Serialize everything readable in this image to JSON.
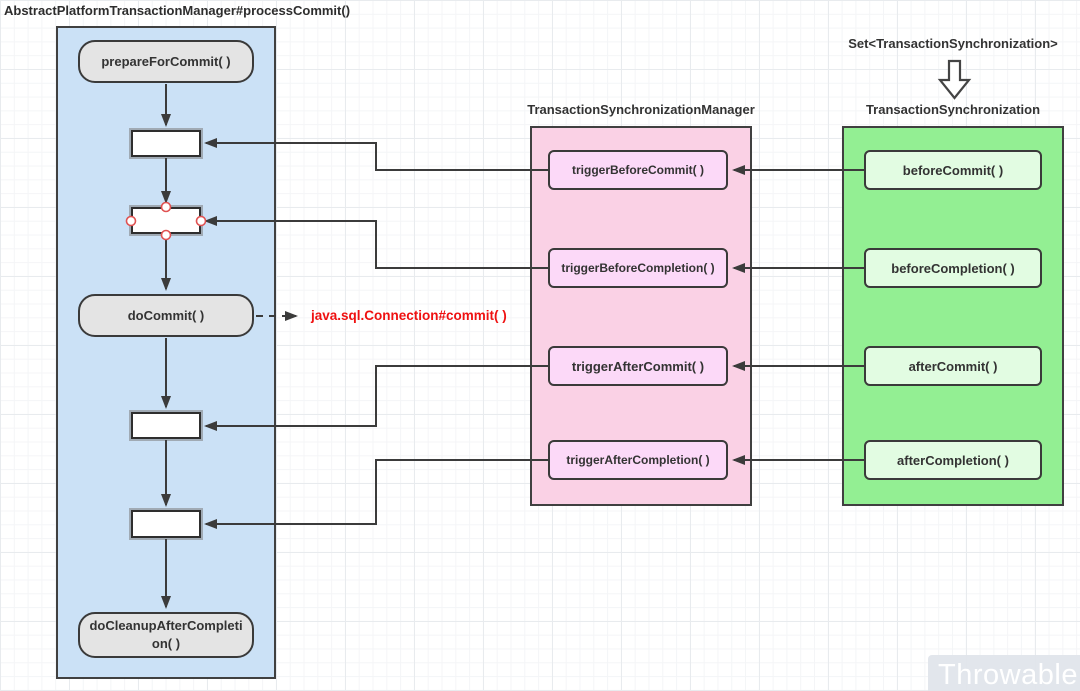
{
  "diagram": {
    "title": "AbstractPlatformTransactionManager#processCommit()",
    "set_label": "Set<TransactionSynchronization>",
    "external_call_label": "java.sql.Connection#commit( )",
    "watermark": "Throwable"
  },
  "process_column": {
    "start_label": "prepareForCommit( )",
    "commit_label": "doCommit( )",
    "cleanup_label": "doCleanupAfterCompletion( )"
  },
  "manager_column": {
    "header": "TransactionSynchronizationManager",
    "methods": [
      "triggerBeforeCommit( )",
      "triggerBeforeCompletion( )",
      "triggerAfterCommit( )",
      "triggerAfterCompletion( )"
    ]
  },
  "sync_column": {
    "header": "TransactionSynchronization",
    "methods": [
      "beforeCommit( )",
      "beforeCompletion( )",
      "afterCommit( )",
      "afterCompletion( )"
    ]
  },
  "colors": {
    "process_column_bg": "#cbe1f6",
    "manager_column_bg": "#fad1e5",
    "sync_column_bg": "#93ef93",
    "gray_node_bg": "#e4e4e4",
    "manager_node_bg": "#fcd9f8",
    "sync_node_bg": "#e2fce2",
    "connector": "#3b3b3b",
    "external_call_text": "#ef1111",
    "selection_handle": "#e05252"
  }
}
